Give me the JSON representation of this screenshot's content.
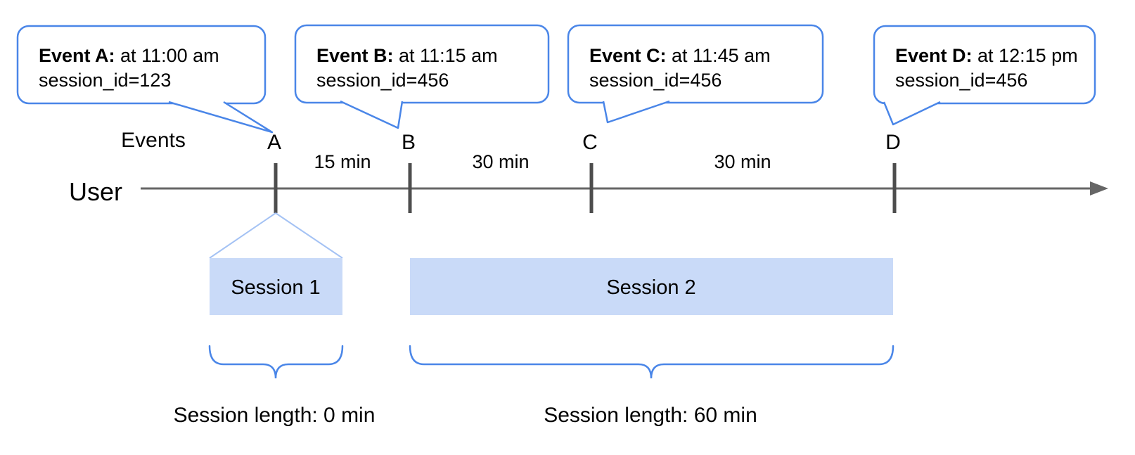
{
  "diagram": {
    "kind": "session-timeline",
    "axis": {
      "user_label": "User",
      "events_label": "Events"
    },
    "events": [
      {
        "letter": "A",
        "callout_bold": "Event A:",
        "callout_rest": " at 11:00 am",
        "callout_line2": "session_id=123"
      },
      {
        "letter": "B",
        "callout_bold": "Event B:",
        "callout_rest": " at 11:15 am",
        "callout_line2": "session_id=456"
      },
      {
        "letter": "C",
        "callout_bold": "Event C:",
        "callout_rest": " at 11:45 am",
        "callout_line2": "session_id=456"
      },
      {
        "letter": "D",
        "callout_bold": "Event D:",
        "callout_rest": " at 12:15 pm",
        "callout_line2": "session_id=456"
      }
    ],
    "intervals": [
      {
        "label": "15 min"
      },
      {
        "label": "30 min"
      },
      {
        "label": "30 min"
      }
    ],
    "sessions": [
      {
        "name": "Session 1",
        "length_label": "Session length: 0 min"
      },
      {
        "name": "Session 2",
        "length_label": "Session length: 60 min"
      }
    ],
    "colors": {
      "callout_border": "#4a86e8",
      "brace_stroke": "#4a86e8",
      "funnel_stroke": "#a4c2f4",
      "session_fill": "#c9daf8",
      "timeline_stroke": "#666666",
      "tick_stroke": "#4d4d4d",
      "text": "#000000"
    }
  }
}
